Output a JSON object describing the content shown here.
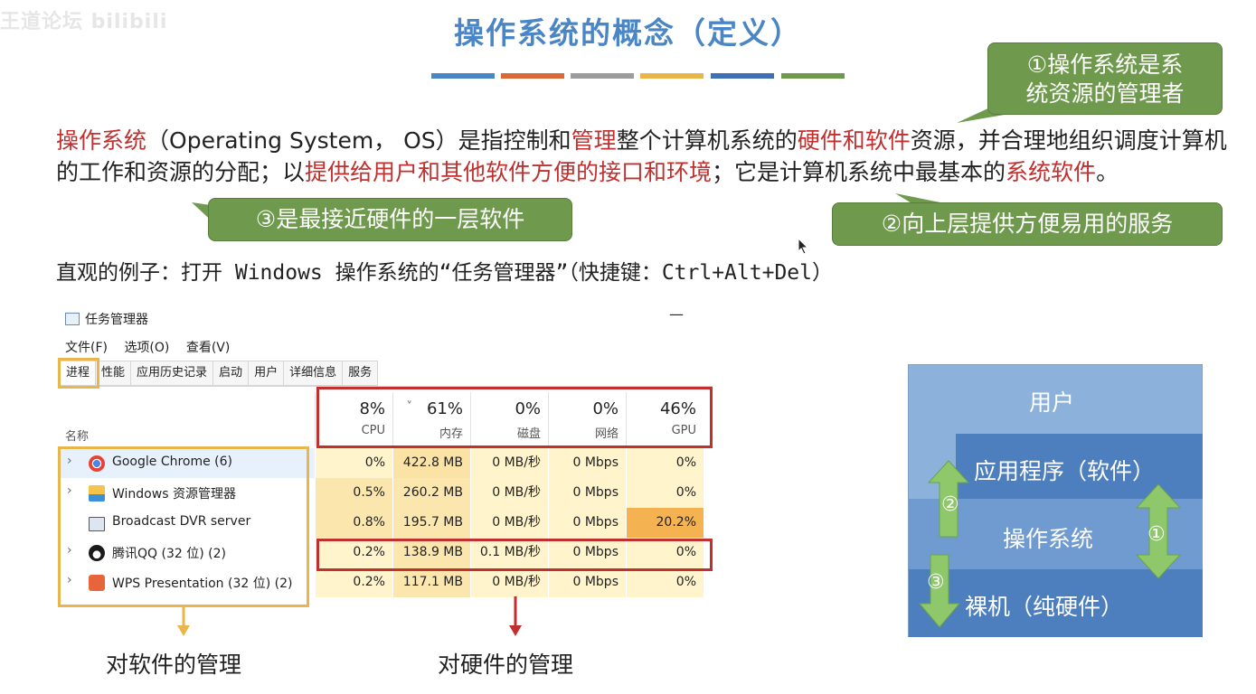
{
  "header": {
    "watermark": "王道论坛 bilibili",
    "title": "操作系统的概念（定义）",
    "bar_colors": [
      "#4a86c5",
      "#d86a3a",
      "#9c9c9c",
      "#e8b64a",
      "#3f6fb5",
      "#6f9a4d"
    ]
  },
  "callouts": {
    "c1_line1": "①操作系统是系",
    "c1_line2": "统资源的管理者",
    "c2": "②向上层提供方便易用的服务",
    "c3": "③是最接近硬件的一层软件",
    "color": "#6f9a4d"
  },
  "paragraph": {
    "p1": "操作系统",
    "p2": "（Operating System， OS）是指控制和",
    "p3": "管理",
    "p4": "整个计算机系统的",
    "p5": "硬件和软件",
    "p6": "资源，并合理地组织调度计算机的工作和资源的分配；以",
    "p7": "提供给用户和其他软件方便的接口和环境",
    "p8": "；它是计算机系统中最基本的",
    "p9": "系统软件",
    "p10": "。",
    "highlight_color": "#c0302f"
  },
  "example": "直观的例子：打开 Windows 操作系统的“任务管理器”（快捷键：Ctrl+Alt+Del）",
  "task_manager": {
    "window_title": "任务管理器",
    "minimize": "—",
    "menu": [
      "文件(F)",
      "选项(O)",
      "查看(V)"
    ],
    "tabs": [
      "进程",
      "性能",
      "应用历史记录",
      "启动",
      "用户",
      "详细信息",
      "服务"
    ],
    "name_header": "名称",
    "sort_arrow": "˅",
    "columns": [
      {
        "pct": "8%",
        "label": "CPU"
      },
      {
        "pct": "61%",
        "label": "内存"
      },
      {
        "pct": "0%",
        "label": "磁盘"
      },
      {
        "pct": "0%",
        "label": "网络"
      },
      {
        "pct": "46%",
        "label": "GPU"
      }
    ],
    "processes": [
      {
        "expand": "›",
        "name": "Google Chrome (6)",
        "cpu": "0%",
        "mem": "422.8 MB",
        "disk": "0 MB/秒",
        "net": "0 Mbps",
        "gpu": "0%"
      },
      {
        "expand": "›",
        "name": "Windows 资源管理器",
        "cpu": "0.5%",
        "mem": "260.2 MB",
        "disk": "0 MB/秒",
        "net": "0 Mbps",
        "gpu": "0%"
      },
      {
        "expand": "",
        "name": "Broadcast DVR server",
        "cpu": "0.8%",
        "mem": "195.7 MB",
        "disk": "0 MB/秒",
        "net": "0 Mbps",
        "gpu": "20.2%"
      },
      {
        "expand": "›",
        "name": "腾讯QQ (32 位) (2)",
        "cpu": "0.2%",
        "mem": "138.9 MB",
        "disk": "0.1 MB/秒",
        "net": "0 Mbps",
        "gpu": "0%"
      },
      {
        "expand": "›",
        "name": "WPS Presentation (32 位) (2)",
        "cpu": "0.2%",
        "mem": "117.1 MB",
        "disk": "0 MB/秒",
        "net": "0 Mbps",
        "gpu": "0%"
      }
    ]
  },
  "captions": {
    "software": "对软件的管理",
    "hardware": "对硬件的管理"
  },
  "diagram": {
    "user": "用户",
    "apps": "应用程序（软件）",
    "os": "操作系统",
    "hardware": "裸机（纯硬件）",
    "n1": "①",
    "n2": "②",
    "n3": "③"
  }
}
